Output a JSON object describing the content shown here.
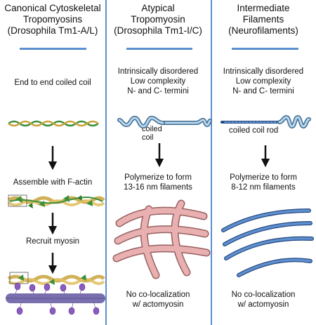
{
  "columns": [
    {
      "title": [
        "Canonical Cytoskeletal",
        "Tropomyosins",
        "(Drosophila Tm1-A/L)"
      ],
      "description": "End to end coiled coil",
      "step1": "Assemble with F-actin",
      "step2": "Recruit myosin"
    },
    {
      "title": [
        "Atypical",
        "Tropomyosin",
        "(Drosophila Tm1-I/C)"
      ],
      "description": [
        "Intrinsically disordered",
        "Low complexity",
        "N- and C- termini"
      ],
      "domain_label": [
        "coiled",
        "coil"
      ],
      "polymerize": [
        "Polymerize to form",
        "13-16 nm filaments"
      ],
      "localization": [
        "No co-localization",
        "w/ actomyosin"
      ]
    },
    {
      "title": [
        "Intermediate",
        "Filaments",
        "(Neurofilaments)"
      ],
      "description": [
        "Intrinsically disordered",
        "Low complexity",
        "N- and C- termini"
      ],
      "domain_label": "coiled coil rod",
      "polymerize": [
        "Polymerize to form",
        "8-12 nm filaments"
      ],
      "localization": [
        "No co-localization",
        "w/ actomyosin"
      ]
    }
  ],
  "colors": {
    "divider": "#5b8fd0",
    "coiled_coil_green": "#3b8f3b",
    "actin_gold": "#c9a23a",
    "atypical_pink": "#d99a9a",
    "if_blue": "#4a78b8",
    "myosin_purple": "#8a5bc0",
    "thick_filament": "#7a6fae"
  }
}
